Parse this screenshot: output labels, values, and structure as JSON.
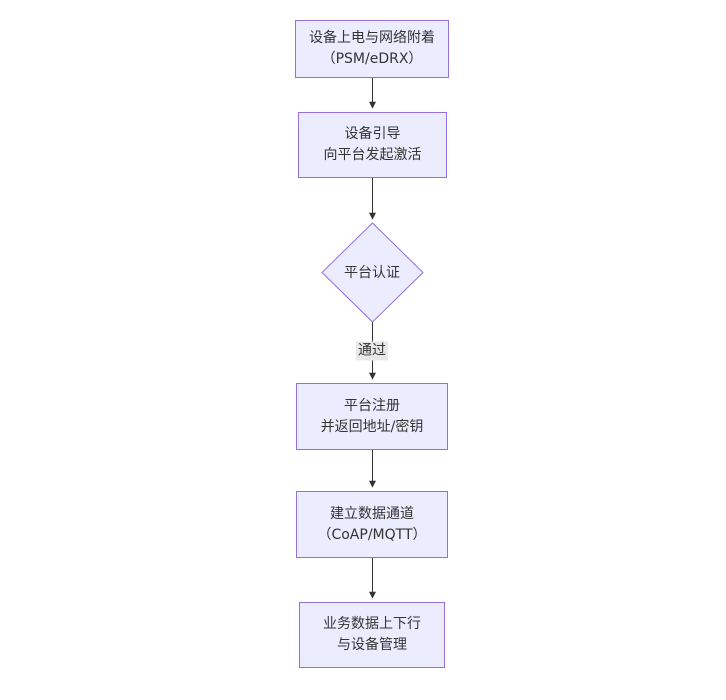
{
  "flowchart": {
    "type": "flowchart-vertical",
    "nodes": [
      {
        "id": "power-attach",
        "shape": "rect",
        "line1": "设备上电与网络附着",
        "line2": "（PSM/eDRX）"
      },
      {
        "id": "bootstrap",
        "shape": "rect",
        "line1": "设备引导",
        "line2": "向平台发起激活"
      },
      {
        "id": "platform-auth",
        "shape": "diamond",
        "label": "平台认证"
      },
      {
        "id": "platform-register",
        "shape": "rect",
        "line1": "平台注册",
        "line2": "并返回地址/密钥"
      },
      {
        "id": "data-channel",
        "shape": "rect",
        "line1": "建立数据通道",
        "line2": "（CoAP/MQTT）"
      },
      {
        "id": "business-data",
        "shape": "rect",
        "line1": "业务数据上下行",
        "line2": "与设备管理"
      }
    ],
    "edges": [
      {
        "from": "power-attach",
        "to": "bootstrap",
        "label": ""
      },
      {
        "from": "bootstrap",
        "to": "platform-auth",
        "label": ""
      },
      {
        "from": "platform-auth",
        "to": "platform-register",
        "label": "通过"
      },
      {
        "from": "platform-register",
        "to": "data-channel",
        "label": ""
      },
      {
        "from": "data-channel",
        "to": "business-data",
        "label": ""
      }
    ],
    "colors": {
      "node_fill": "#ECECFF",
      "node_border": "#9370DB",
      "text": "#333333",
      "edge_line": "#333333",
      "edge_label_bg": "#e8e8e8"
    }
  }
}
